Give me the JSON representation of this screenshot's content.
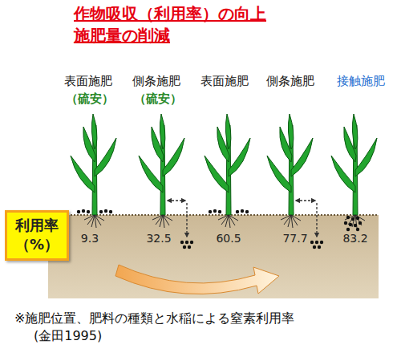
{
  "diagram": {
    "title": "作物吸収（利用率）の向上 施肥量の削減",
    "caption": "※施肥位置、肥料の種類と水稲による窒素利用率 (金田1995)",
    "nodes": [
      {
        "text": [
          "利用率 （%）"
        ]
      }
    ],
    "labels": [
      "表面施肥",
      "（硫安）",
      "側条施肥",
      "（硫安）",
      "表面施肥",
      "側条施肥",
      "接触施肥",
      "9.3",
      "32.5",
      "60.5",
      "77.7",
      "83.2"
    ]
  }
}
